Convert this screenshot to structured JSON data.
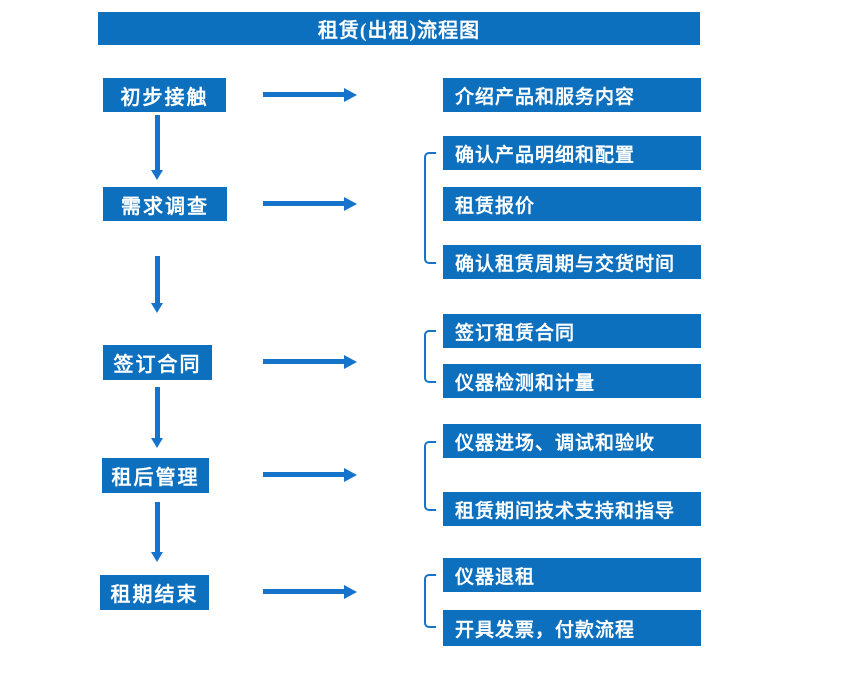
{
  "diagram": {
    "title": "租赁(出租)流程图",
    "colors": {
      "box_blue": "#0D70BE",
      "arrow_blue": "#1673CB",
      "text_white": "#FFFFFF"
    },
    "steps": [
      {
        "label": "初步接触",
        "details": [
          "介绍产品和服务内容"
        ]
      },
      {
        "label": "需求调查",
        "details": [
          "确认产品明细和配置",
          "租赁报价",
          "确认租赁周期与交货时间"
        ]
      },
      {
        "label": "签订合同",
        "details": [
          "签订租赁合同",
          "仪器检测和计量"
        ]
      },
      {
        "label": "租后管理",
        "details": [
          "仪器进场、调试和验收",
          "租赁期间技术支持和指导"
        ]
      },
      {
        "label": "租期结束",
        "details": [
          "仪器退租",
          "开具发票，付款流程"
        ]
      }
    ]
  }
}
